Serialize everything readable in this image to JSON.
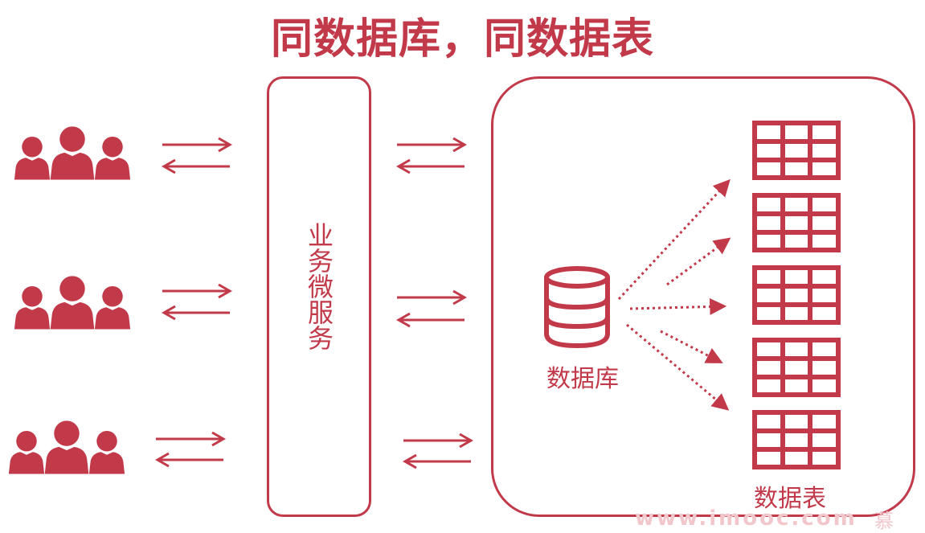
{
  "title": "同数据库，同数据表",
  "service_label": "业务微服务",
  "database_label": "数据库",
  "table_label": "数据表",
  "watermark": "www.imooc.com",
  "watermark_brand": "慕",
  "colors": {
    "accent": "#c23a4a",
    "title": "#c23a4a",
    "watermark": "#f2c7cc"
  },
  "icons": {
    "user_group": "user-group-icon",
    "database": "database-icon",
    "table": "table-icon",
    "arrow": "bidirectional-arrow-icon"
  }
}
